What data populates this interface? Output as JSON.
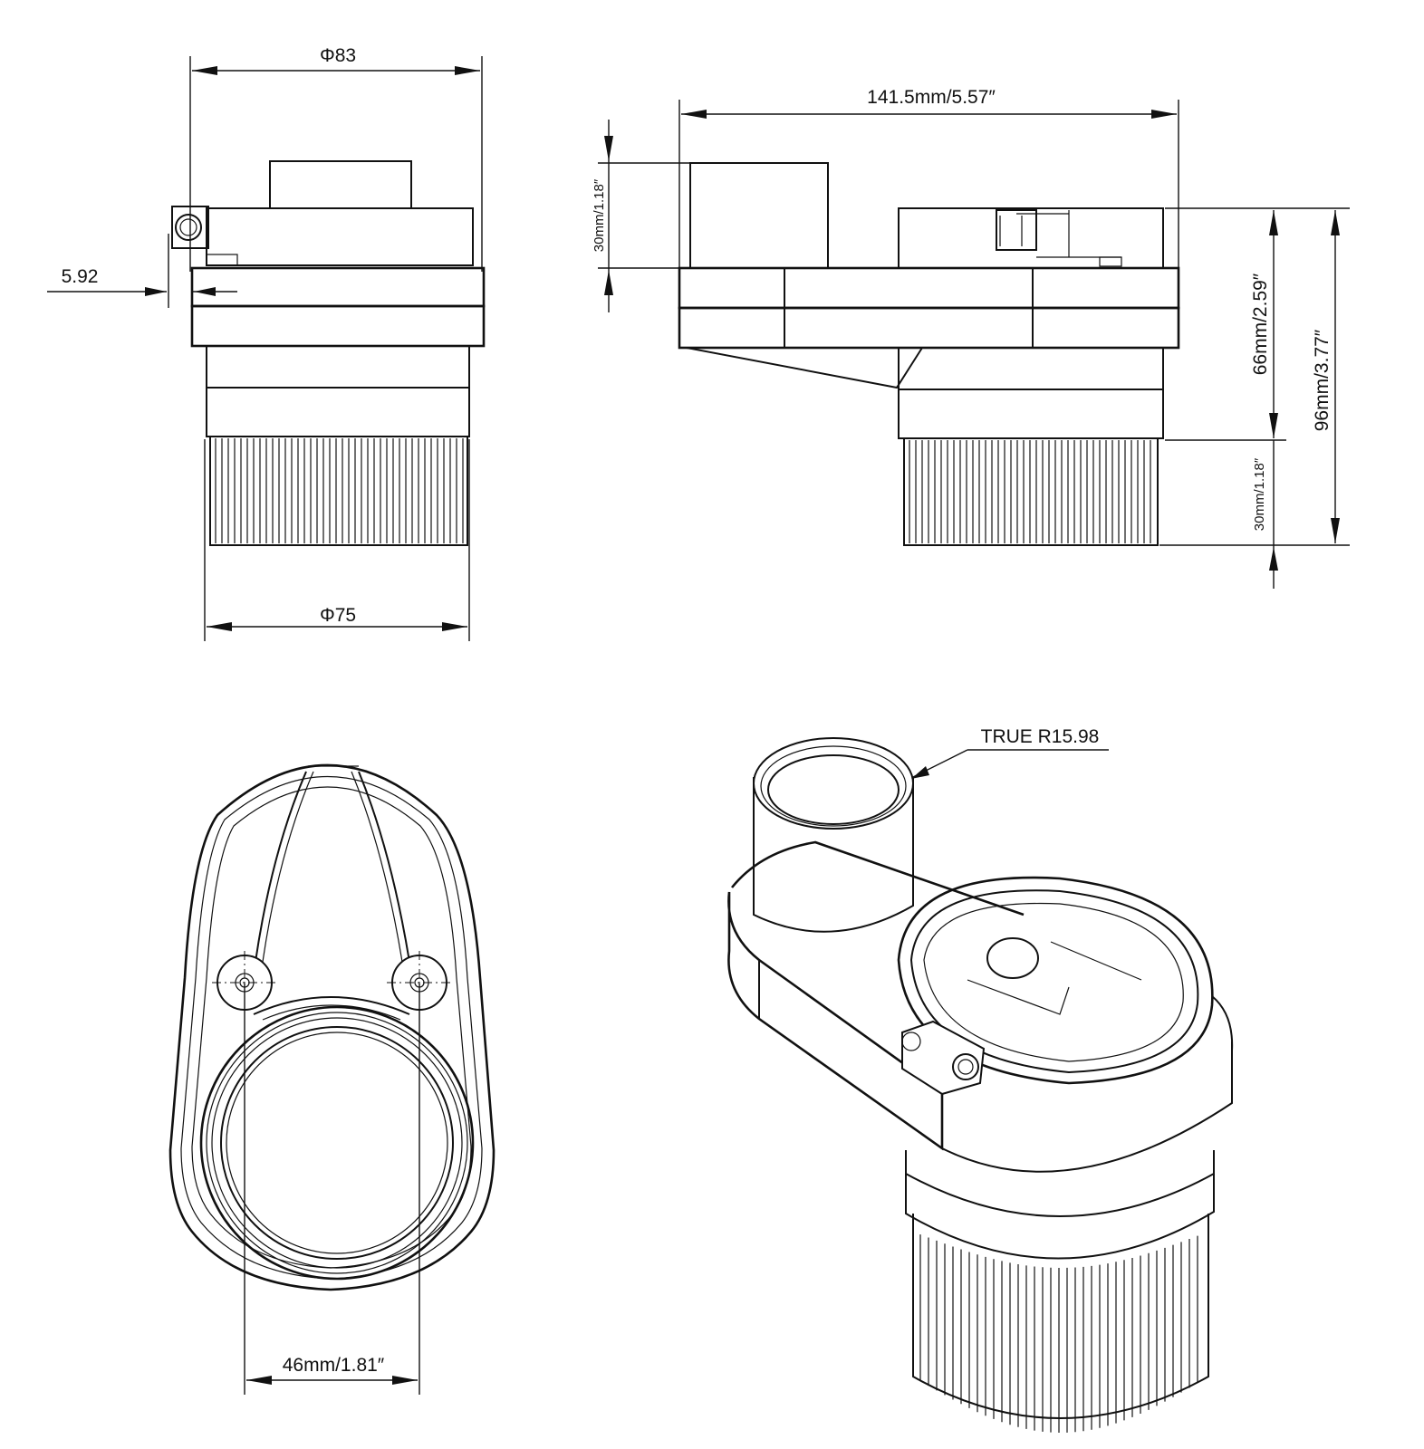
{
  "front_view": {
    "top_diameter": "Φ83",
    "bottom_diameter": "Φ75",
    "offset": "5.92"
  },
  "side_view": {
    "overall_length": "141.5mm/5.57″",
    "top_height": "30mm/1.18″",
    "body_height": "66mm/2.59″",
    "bottom_height": "30mm/1.18″",
    "total_height": "96mm/3.77″"
  },
  "top_view": {
    "bore_width": "46mm/1.81″"
  },
  "iso_view": {
    "radius_note": "TRUE R15.98"
  }
}
